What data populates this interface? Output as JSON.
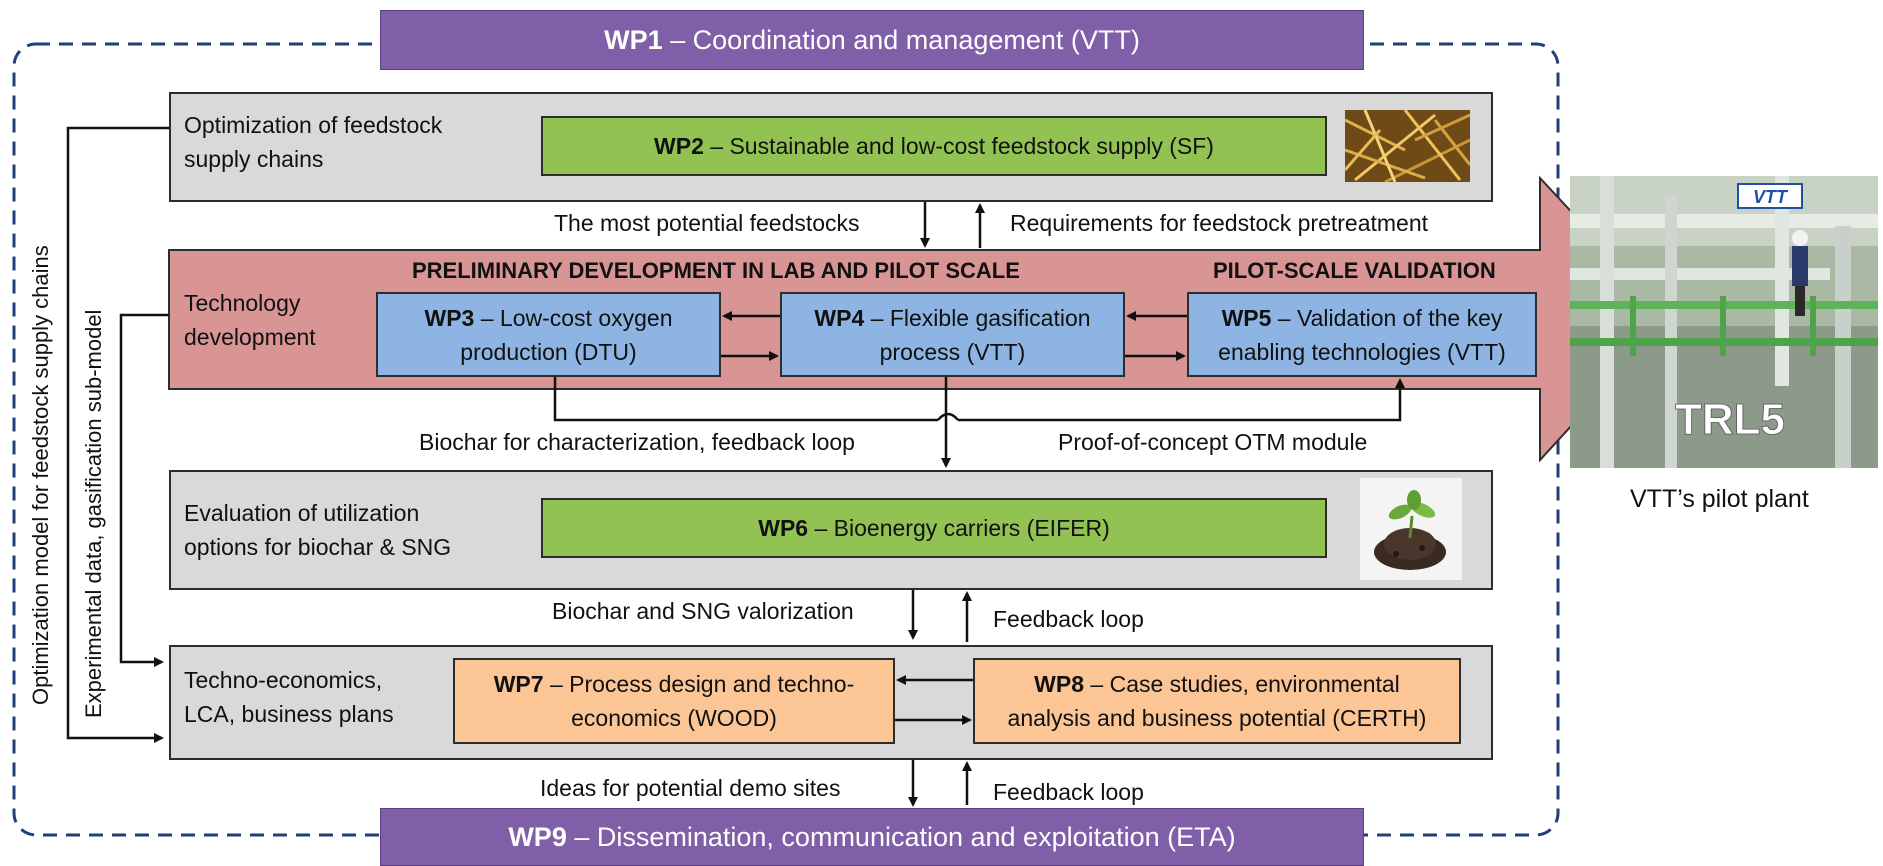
{
  "banners": {
    "wp1_code": "WP1",
    "wp1_text": " – Coordination and management (VTT)",
    "wp9_code": "WP9",
    "wp9_text": " – Dissemination, communication and exploitation (ETA)"
  },
  "rows": {
    "feedstock_label_1": "Optimization of feedstock",
    "feedstock_label_2": "supply chains",
    "technology_label_1": "Technology",
    "technology_label_2": "development",
    "evaluation_label_1": "Evaluation of utilization",
    "evaluation_label_2": "options for biochar & SNG",
    "technoecon_label_1": "Techno-economics,",
    "technoecon_label_2": "LCA, business plans"
  },
  "phases": {
    "preliminary": "PRELIMINARY DEVELOPMENT IN LAB AND PILOT SCALE",
    "pilot": "PILOT-SCALE VALIDATION"
  },
  "work_packages": {
    "wp2_code": "WP2",
    "wp2_text": " – Sustainable and low-cost feedstock supply (SF)",
    "wp3_code": "WP3",
    "wp3_text_1": " – Low-cost oxygen",
    "wp3_text_2": "production (DTU)",
    "wp4_code": "WP4",
    "wp4_text_1": " – Flexible gasification",
    "wp4_text_2": "process (VTT)",
    "wp5_code": "WP5",
    "wp5_text_1": " – Validation of the key",
    "wp5_text_2": "enabling technologies (VTT)",
    "wp6_code": "WP6",
    "wp6_text": " – Bioenergy carriers (EIFER)",
    "wp7_code": "WP7",
    "wp7_text_1": " – Process design and techno-",
    "wp7_text_2": "economics (WOOD)",
    "wp8_code": "WP8",
    "wp8_text_1": " – Case studies, environmental",
    "wp8_text_2": "analysis and business potential (CERTH)"
  },
  "flows": {
    "most_potential": "The most potential feedstocks",
    "requirements": "Requirements for feedstock pretreatment",
    "biochar_char": "Biochar for characterization, feedback loop",
    "proof_concept": "Proof-of-concept OTM module",
    "biochar_sng": "Biochar and SNG valorization",
    "feedback_1": "Feedback loop",
    "ideas_demo": "Ideas for potential demo sites",
    "feedback_2": "Feedback loop"
  },
  "side_labels": {
    "optimization_model": "Optimization model for feedstock supply chains",
    "experimental_data": "Experimental data, gasification sub-model"
  },
  "photo": {
    "trl_text": "TRL5",
    "logo_text": "VTT",
    "caption": "VTT’s pilot plant"
  },
  "colors": {
    "purple": "#7f5fa7",
    "green": "#92c352",
    "blue": "#8db4e3",
    "orange": "#fbc596",
    "big_arrow": "#d99594",
    "gray": "#d9d9d9",
    "dashed_border": "#1f3f7a"
  }
}
